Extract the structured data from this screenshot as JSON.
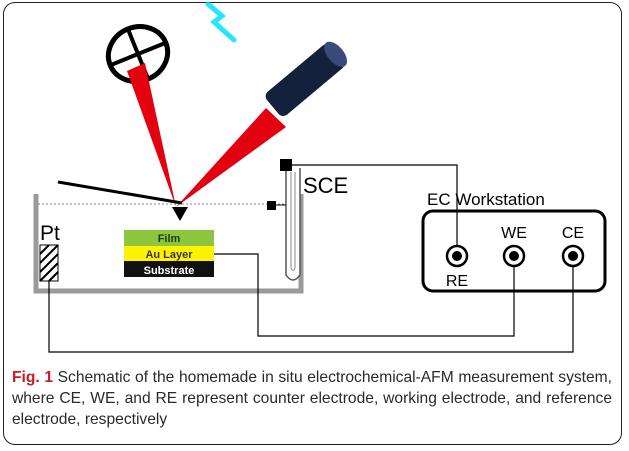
{
  "diagram": {
    "labels": {
      "sce": "SCE",
      "pt": "Pt",
      "film": "Film",
      "au_layer": "Au Layer",
      "substrate": "Substrate",
      "workstation": "EC Workstation",
      "re": "RE",
      "we": "WE",
      "ce": "CE"
    },
    "colors": {
      "laser": "#e3000f",
      "film": "#8cc63f",
      "au_layer": "#fff200",
      "substrate": "#111111",
      "cell_wall": "#9a9a9a",
      "detector_body": "#14213d",
      "watermark": "#00e0ff"
    }
  },
  "caption": {
    "fig_label": "Fig. 1",
    "text": " Schematic of the homemade in situ electrochemical-AFM measurement system, where CE, WE, and RE represent counter electrode, working electrode, and reference electrode, respectively"
  }
}
